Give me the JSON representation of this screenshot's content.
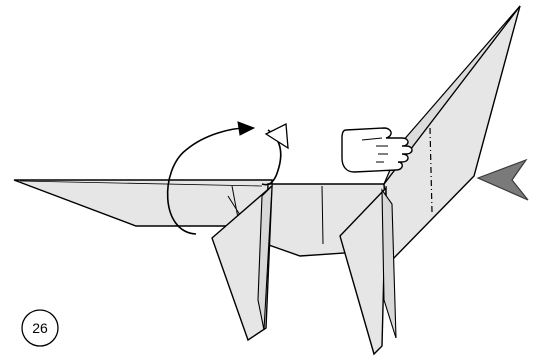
{
  "diagram": {
    "step_number": "26",
    "subject": "origami-fold-step",
    "colors": {
      "paper": "#e6e6e6",
      "outline": "#000000",
      "arrow_fill": "#7a7a7a",
      "background": "#ffffff"
    },
    "icons": {
      "rotate_arrow": "curved-fold-arrow",
      "push_arrow": "push-arrow-icon",
      "hand": "hand-icon"
    }
  }
}
